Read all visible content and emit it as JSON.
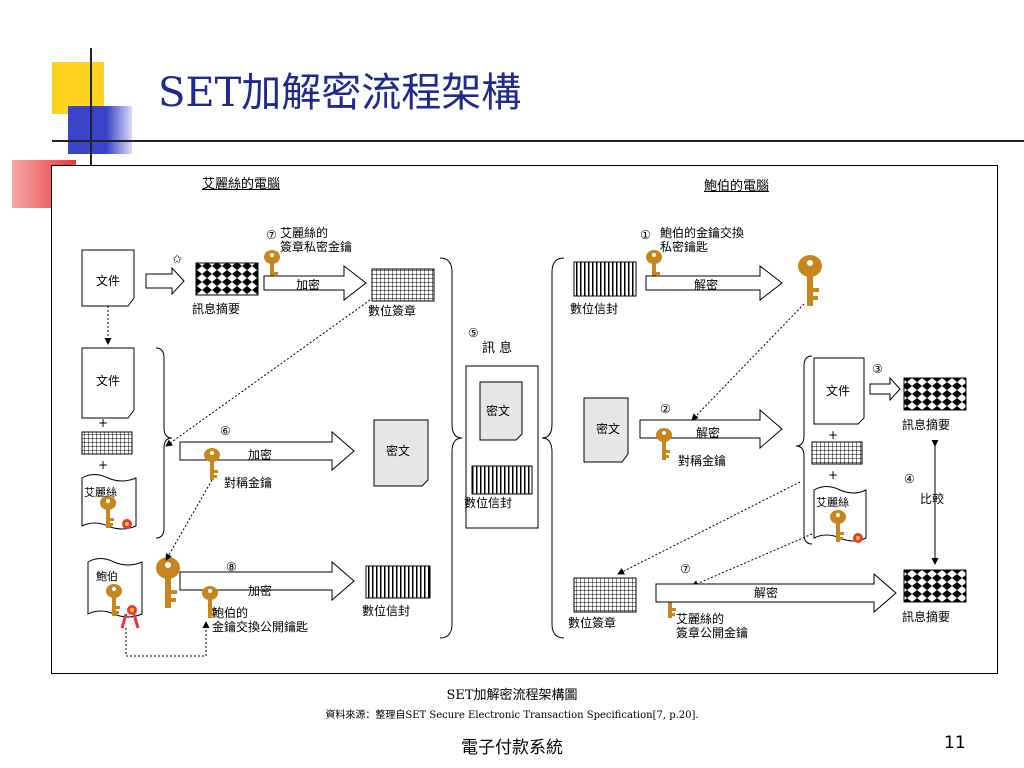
{
  "title": "SET加解密流程架構",
  "diagram": {
    "alice_computer": "艾麗絲的電腦",
    "bob_computer": "鮑伯的電腦",
    "alice_sign_private_key": "艾麗絲的\n簽章私密金鑰",
    "bob_exchange_private_key": "鮑伯的金鑰交換\n私密鑰匙",
    "document": "文件",
    "message_digest": "訊息摘要",
    "encrypt": "加密",
    "decrypt": "解密",
    "digital_signature": "數位簽章",
    "digital_envelope": "數位信封",
    "ciphertext": "密文",
    "message": "訊 息",
    "symmetric_key": "對稱金鑰",
    "alice_cert": "艾麗絲",
    "bob_cert": "鮑伯",
    "bob_exchange_public_key": "鮑伯的\n金鑰交換公開鑰匙",
    "alice_sign_public_key": "艾麗絲的\n簽章公開金鑰",
    "compare": "比較",
    "plus": "+",
    "step_marks": [
      "✩",
      "⑦",
      "⑤",
      "⑥",
      "⑧",
      "①",
      "②",
      "③",
      "④",
      "⑦"
    ]
  },
  "caption": "SET加解密流程架構圖",
  "source": "資料來源：整理自SET Secure Electronic Transaction Specification[7, p.20].",
  "footer": "電子付款系統",
  "page_number": "11",
  "colors": {
    "title": "#1f2a8c",
    "key": "#c8861e",
    "accent_red": "#e8393a",
    "accent_yellow": "#ffd21f",
    "accent_blue": "#3a44c8"
  }
}
